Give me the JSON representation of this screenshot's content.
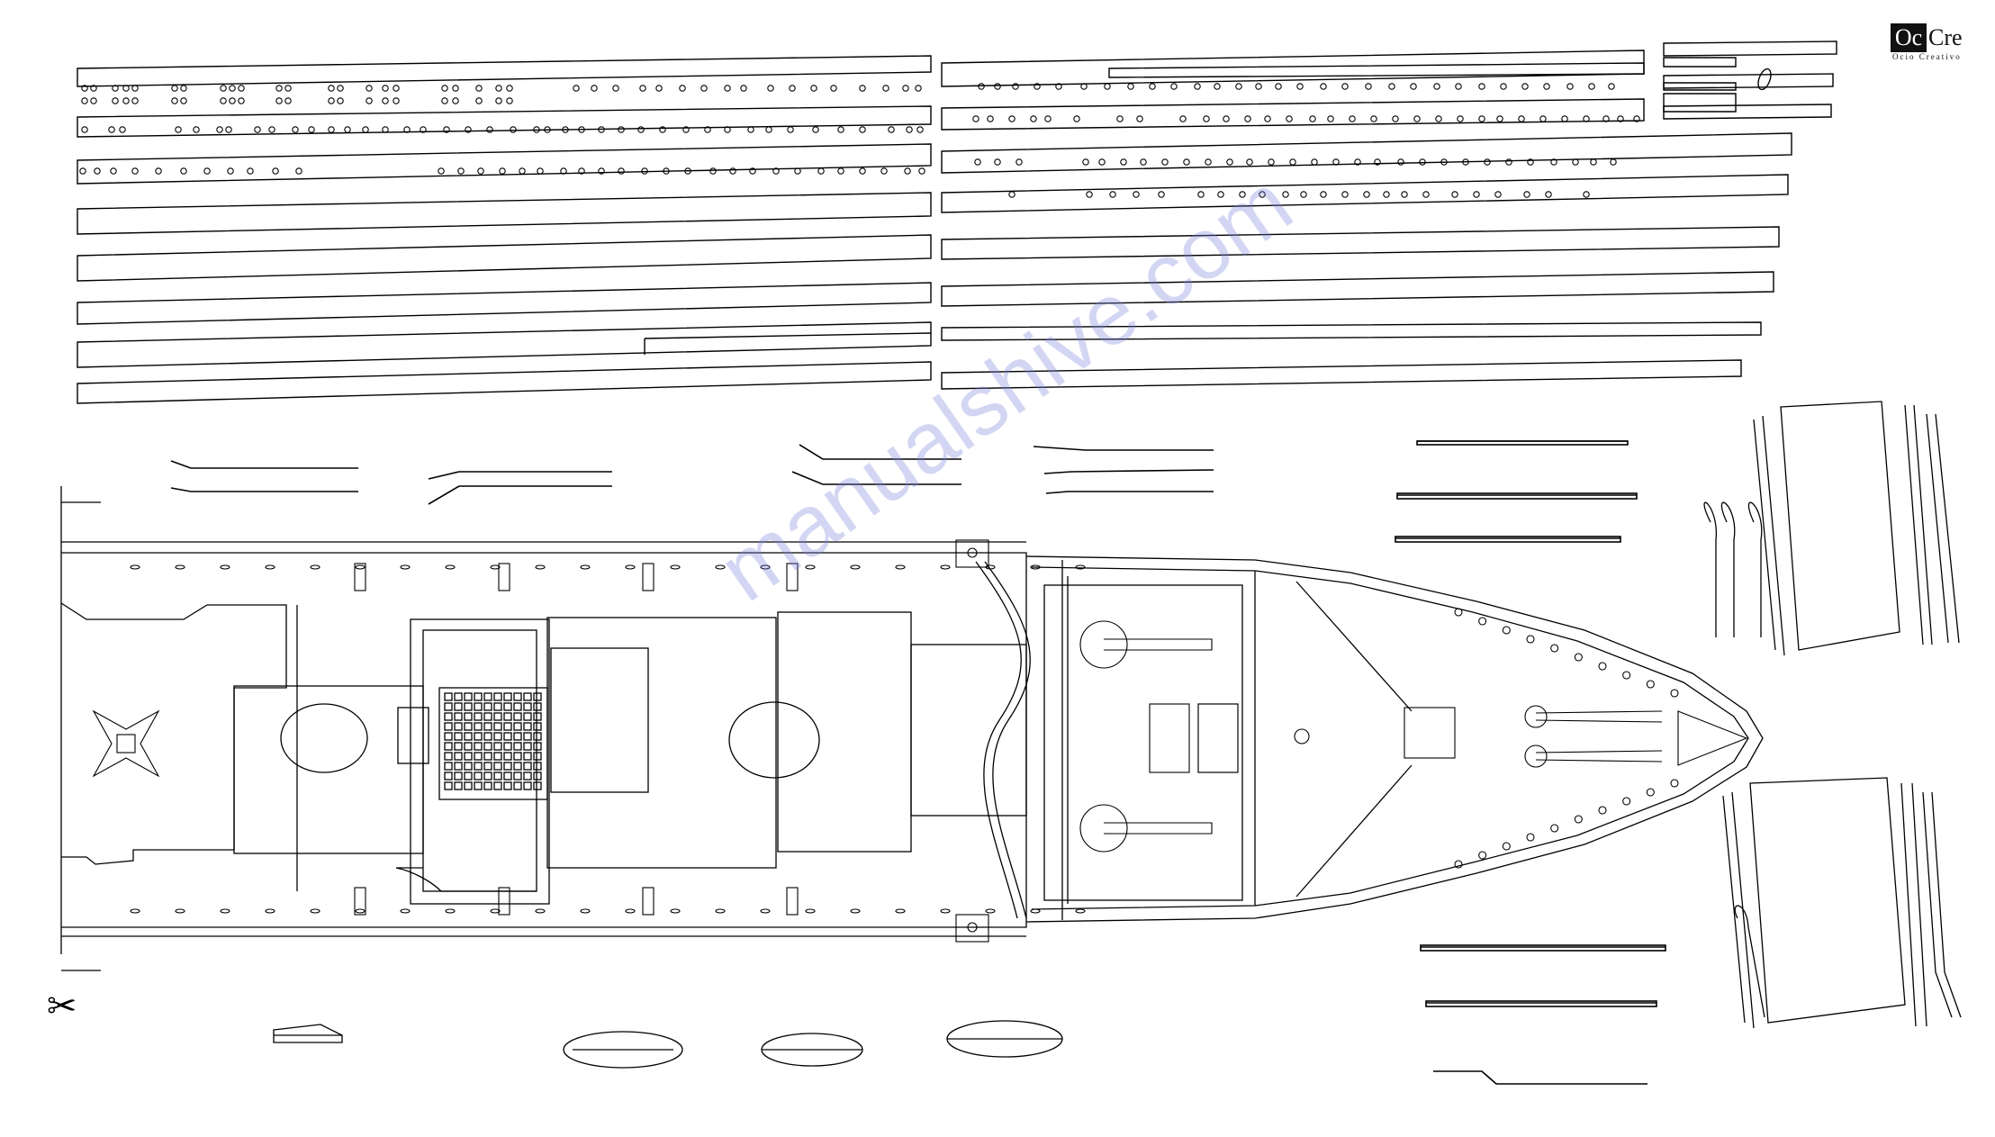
{
  "logo": {
    "left_text": "Oc",
    "right_text": "Cre",
    "subtitle": "Ocio Creativo"
  },
  "watermark": "manualshive.com",
  "icons": {
    "scissors": "scissors-icon"
  },
  "colors": {
    "line": "#000000",
    "background": "#ffffff",
    "watermark": "#8791e0",
    "logo_fill": "#111111"
  }
}
